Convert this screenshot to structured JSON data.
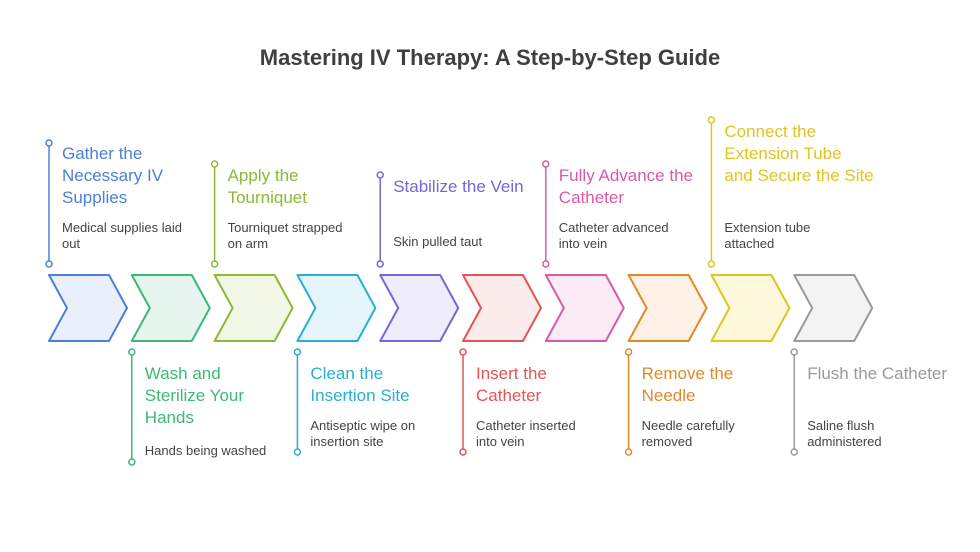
{
  "title": "Mastering IV Therapy: A Step-by-Step Guide",
  "steps": [
    {
      "title": "Gather the Necessary IV Supplies",
      "desc": "Medical supplies laid out",
      "color": "#4a80d8",
      "fill": "#e9effb"
    },
    {
      "title": "Wash and Sterilize Your Hands",
      "desc": "Hands being washed",
      "color": "#3cb878",
      "fill": "#e6f6ee"
    },
    {
      "title": "Apply the Tourniquet",
      "desc": "Tourniquet strapped on arm",
      "color": "#8cb83a",
      "fill": "#f1f7e4"
    },
    {
      "title": "Clean the Insertion Site",
      "desc": "Antiseptic wipe on insertion site",
      "color": "#2aaed3",
      "fill": "#e4f5fb"
    },
    {
      "title": "Stabilize the Vein",
      "desc": "Skin pulled taut",
      "color": "#7a64d6",
      "fill": "#efecfb"
    },
    {
      "title": "Insert the Catheter",
      "desc": "Catheter inserted into vein",
      "color": "#e05555",
      "fill": "#fcebeb"
    },
    {
      "title": "Fully Advance the Catheter",
      "desc": "Catheter advanced into vein",
      "color": "#d85aa8",
      "fill": "#fbebf5"
    },
    {
      "title": "Remove the Needle",
      "desc": "Needle carefully removed",
      "color": "#e08a2a",
      "fill": "#fcf1e4"
    },
    {
      "title": "Connect the Extension Tube and Secure the Site",
      "desc": "Extension tube attached",
      "color": "#e0c420",
      "fill": "#fcf8dc"
    },
    {
      "title": "Flush the Catheter",
      "desc": "Saline flush administered",
      "color": "#9a9a9a",
      "fill": "#f3f3f3"
    }
  ]
}
